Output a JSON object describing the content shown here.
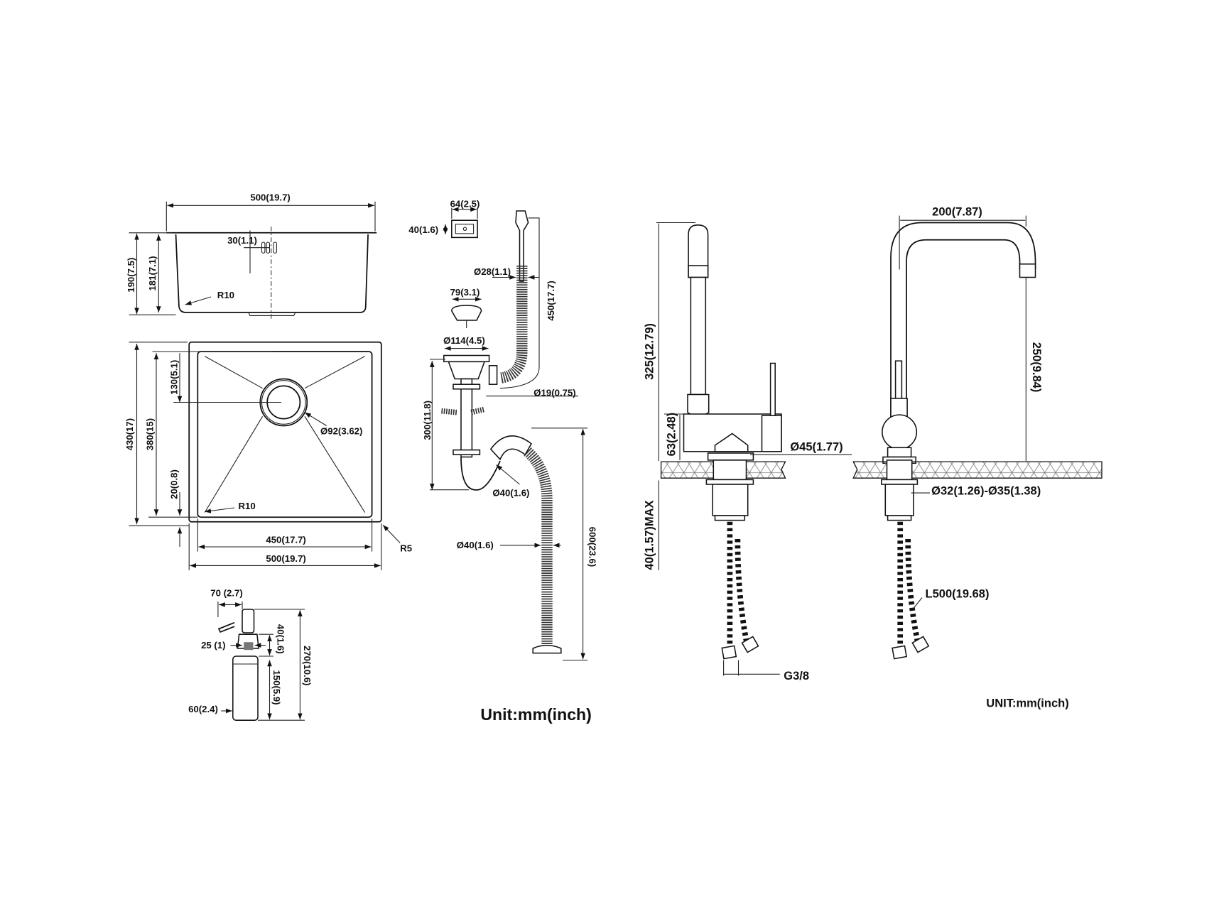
{
  "sink": {
    "side": {
      "width": "500(19.7)",
      "height_total": "190(7.5)",
      "height_inner": "181(7.1)",
      "overflow": "30(1.1)",
      "radius": "R10"
    },
    "top": {
      "length_outer": "430(17)",
      "length_inner": "380(15)",
      "drain_offset": "130(5.1)",
      "bottom_gap": "20(0.8)",
      "drain_diameter": "Ø92(3.62)",
      "inner_radius": "R10",
      "width_inner": "450(17.7)",
      "width_outer": "500(19.7)",
      "outer_radius": "R5"
    }
  },
  "soap_dispenser": {
    "spout": "70 (2.7)",
    "thread": "25 (1)",
    "diameter": "60(2.4)",
    "neck": "40(1.6)",
    "bottle": "150(5.9)",
    "total": "270(10.6)"
  },
  "drain_kit": {
    "overflow_w": "64(2.5)",
    "overflow_h": "40(1.6)",
    "hose_d": "Ø28(1.1)",
    "basket": "79(3.1)",
    "hose_len": "450(17.7)",
    "strainer": "Ø114(4.5)",
    "inlet": "Ø19(0.75)",
    "height": "300(11.8)",
    "trap_d": "Ø40(1.6)",
    "outlet_d": "Ø40(1.6)",
    "outlet_len": "600(23.6)"
  },
  "unit_left": "Unit:mm(inch)",
  "faucet": {
    "height": "325(12.79)",
    "body_h": "63(2.48)",
    "body_d": "Ø45(1.77)",
    "deck_max": "40(1.57)MAX",
    "connector": "G3/8",
    "reach": "200(7.87)",
    "spout_h": "250(9.84)",
    "hole_d": "Ø32(1.26)-Ø35(1.38)",
    "hose_len": "L500(19.68)"
  },
  "unit_right": "UNIT:mm(inch)"
}
